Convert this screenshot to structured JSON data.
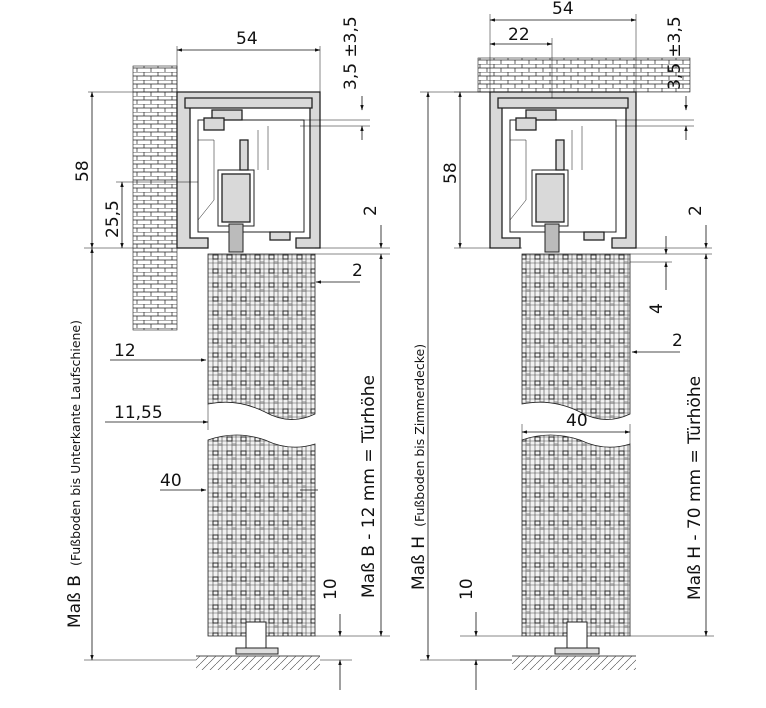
{
  "left_unit": {
    "dim_width": "54",
    "dim_tolerance": "3,5 ±3,5",
    "dim_height": "58",
    "dim_offset": "25,5",
    "dim_gap_top": "2",
    "dim_gap_side": "2",
    "dim_12": "12",
    "dim_11_55": "11,55",
    "dim_door": "40",
    "dim_bottom": "10",
    "label_total": "Maß B",
    "label_total_note": "(Fußboden bis Unterkante Laufschiene)",
    "label_door": "Maß B - 12 mm = Türhöhe"
  },
  "right_unit": {
    "dim_width": "54",
    "dim_22": "22",
    "dim_tolerance": "3,5 ±3,5",
    "dim_height": "58",
    "dim_gap_top": "2",
    "dim_4": "4",
    "dim_gap_side": "2",
    "dim_door": "40",
    "dim_bottom": "10",
    "label_total": "Maß H",
    "label_total_note": "(Fußboden bis Zimmerdecke)",
    "label_door": "Maß H - 70 mm = Türhöhe"
  }
}
